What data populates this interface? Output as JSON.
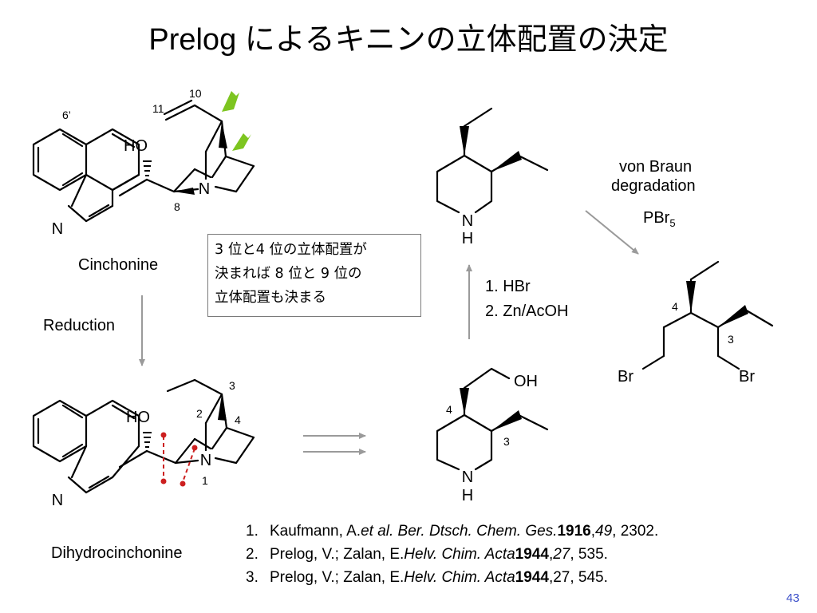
{
  "title": "Prelog によるキニンの立体配置の決定",
  "labels": {
    "cinchonine": "Cinchonine",
    "dihydrocinchonine": "Dihydrocinchonine",
    "reduction": "Reduction",
    "von_braun": "von Braun",
    "degradation": "degradation",
    "pbr": "PBr",
    "pbr_sub": "5",
    "step1": "1. HBr",
    "step2": "2. Zn/AcOH"
  },
  "atoms": {
    "N": "N",
    "H": "H",
    "HO": "HO",
    "OH": "OH",
    "Br": "Br"
  },
  "numbers": {
    "n6p": "6’",
    "n10": "10",
    "n11": "11",
    "n8": "8",
    "n1": "1",
    "n2": "2",
    "n3": "3",
    "n4": "4"
  },
  "note": {
    "line1": "3 位と4 位の立体配置が",
    "line2": "決まれば 8 位と 9 位の",
    "line3": "立体配置も決まる"
  },
  "references": [
    {
      "num": "1.",
      "pre": "Kaufmann, A. ",
      "it1": "et al. Ber. Dtsch. Chem. Ges.",
      "b1": " 1916",
      "sep1": ", ",
      "it2": "49",
      "post": ", 2302."
    },
    {
      "num": "2.",
      "pre": "Prelog, V.; Zalan, E. ",
      "it1": "Helv. Chim. Acta",
      "b1": " 1944",
      "sep1": ", ",
      "it2": "27",
      "post": ", 535."
    },
    {
      "num": "3.",
      "pre": "Prelog, V.; Zalan, E. ",
      "it1": "Helv. Chim. Acta",
      "b1": " 1944",
      "sep1": ", ",
      "it2": "",
      "post": "27, 545."
    }
  ],
  "page_number": "43",
  "colors": {
    "highlight_arrow": "#7dc520",
    "dash_red": "#cc1f1f",
    "reaction_arrow": "#9a9a9a",
    "page_number": "#3b4fc9"
  }
}
